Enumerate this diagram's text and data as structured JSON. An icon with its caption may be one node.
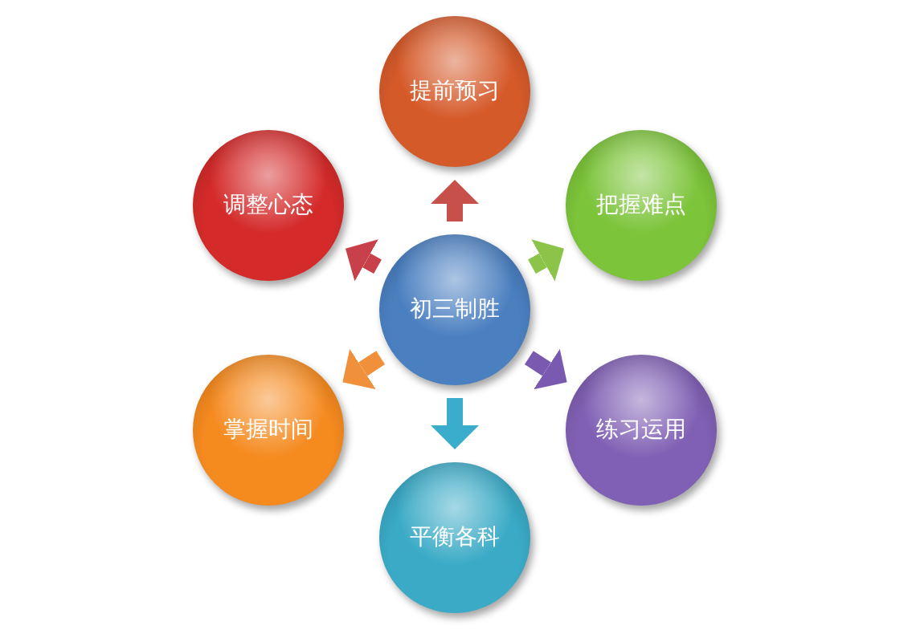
{
  "diagram": {
    "nodes": [
      {
        "text": [
          "初三制胜"
        ]
      },
      {
        "text": [
          "提前预习"
        ]
      },
      {
        "text": [
          "调整心态"
        ]
      },
      {
        "text": [
          "把握难点"
        ]
      },
      {
        "text": [
          "掌握时间"
        ]
      },
      {
        "text": [
          "练习运用"
        ]
      },
      {
        "text": [
          "平衡各科"
        ]
      }
    ],
    "edges": [
      {
        "from": 0,
        "to": 1,
        "arrow": "to",
        "color": "#c8504a"
      },
      {
        "from": 0,
        "to": 2,
        "arrow": "to",
        "color": "#c8404a"
      },
      {
        "from": 0,
        "to": 3,
        "arrow": "to",
        "color": "#8cc44a"
      },
      {
        "from": 0,
        "to": 4,
        "arrow": "to",
        "color": "#f0903a"
      },
      {
        "from": 0,
        "to": 5,
        "arrow": "to",
        "color": "#7a5ab0"
      },
      {
        "from": 0,
        "to": 6,
        "arrow": "to",
        "color": "#3aaccc"
      }
    ]
  }
}
